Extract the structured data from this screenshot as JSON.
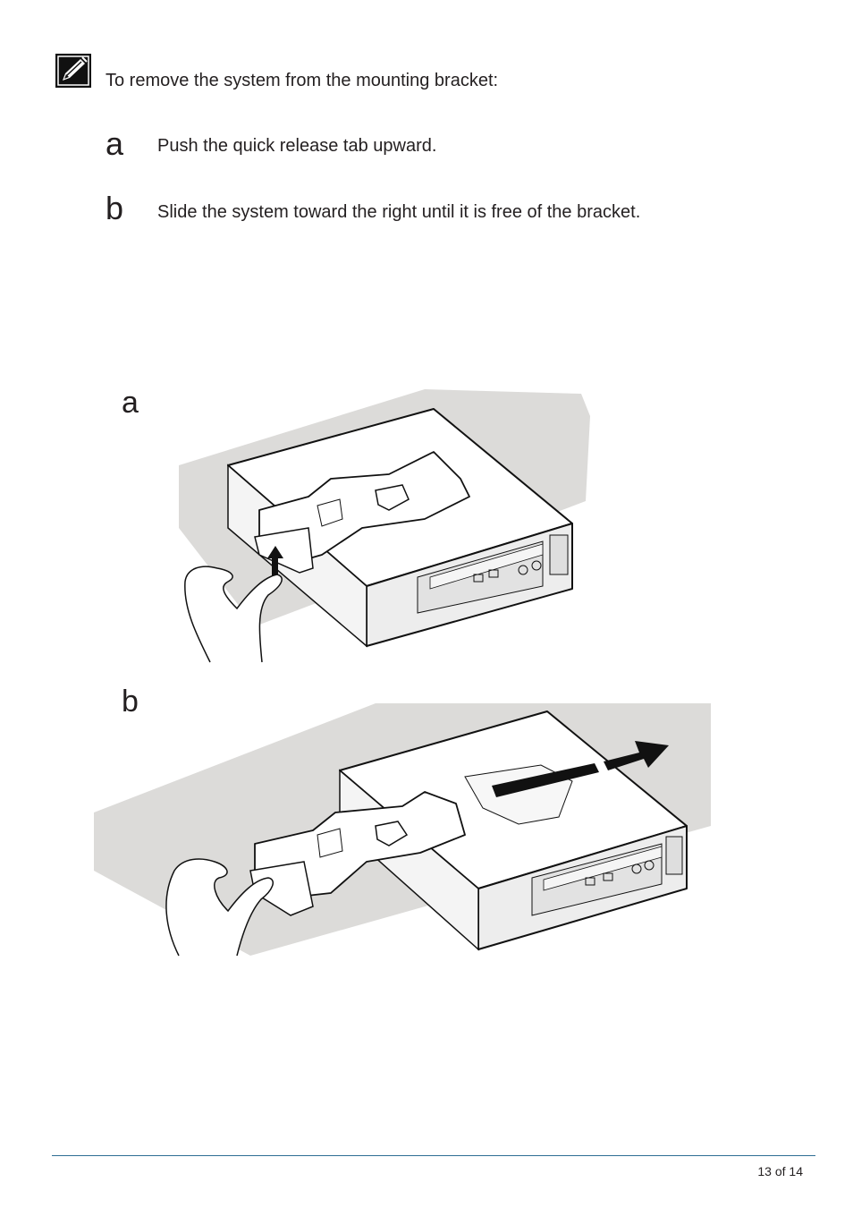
{
  "note": {
    "icon": "note-pencil-icon",
    "intro": "To remove the system from the mounting bracket:"
  },
  "steps": [
    {
      "letter": "a",
      "text": "Push the quick release tab upward."
    },
    {
      "letter": "b",
      "text": "Slide the system toward the right until it is free of the bracket."
    }
  ],
  "figures": [
    {
      "label": "a",
      "illustration": "push-release-tab-illustration"
    },
    {
      "label": "b",
      "illustration": "slide-system-illustration"
    }
  ],
  "footer": {
    "page": "13 of 14",
    "rule_color": "#2e6e93"
  }
}
